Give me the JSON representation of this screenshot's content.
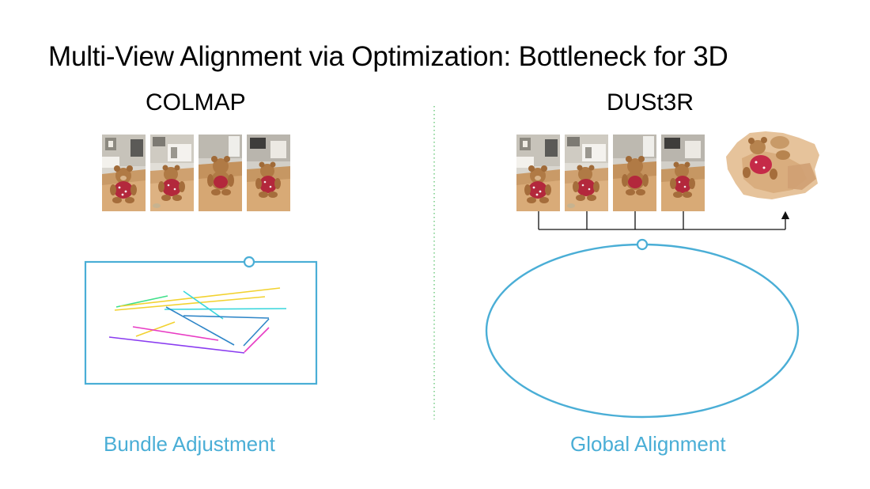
{
  "slide": {
    "title": "Multi-View Alignment via Optimization: Bottleneck for 3D"
  },
  "left_panel": {
    "title": "COLMAP",
    "caption": "Bundle Adjustment",
    "photo_count": 4
  },
  "right_panel": {
    "title": "DUSt3R",
    "caption": "Global Alignment",
    "photo_count": 4
  },
  "colors": {
    "accent": "#4aaed6",
    "divider": "#7ccf8a",
    "line_yellow": "#f2d230",
    "line_cyan": "#39d6dc",
    "line_green": "#3fe08a",
    "line_blue": "#2f86c8",
    "line_magenta": "#e83cc4",
    "line_purple": "#8a3cf0"
  },
  "icons": {
    "photo": "teddy-bear-photo-icon",
    "pointcloud": "point-cloud-render-icon",
    "arrow": "arrow-up-icon"
  }
}
